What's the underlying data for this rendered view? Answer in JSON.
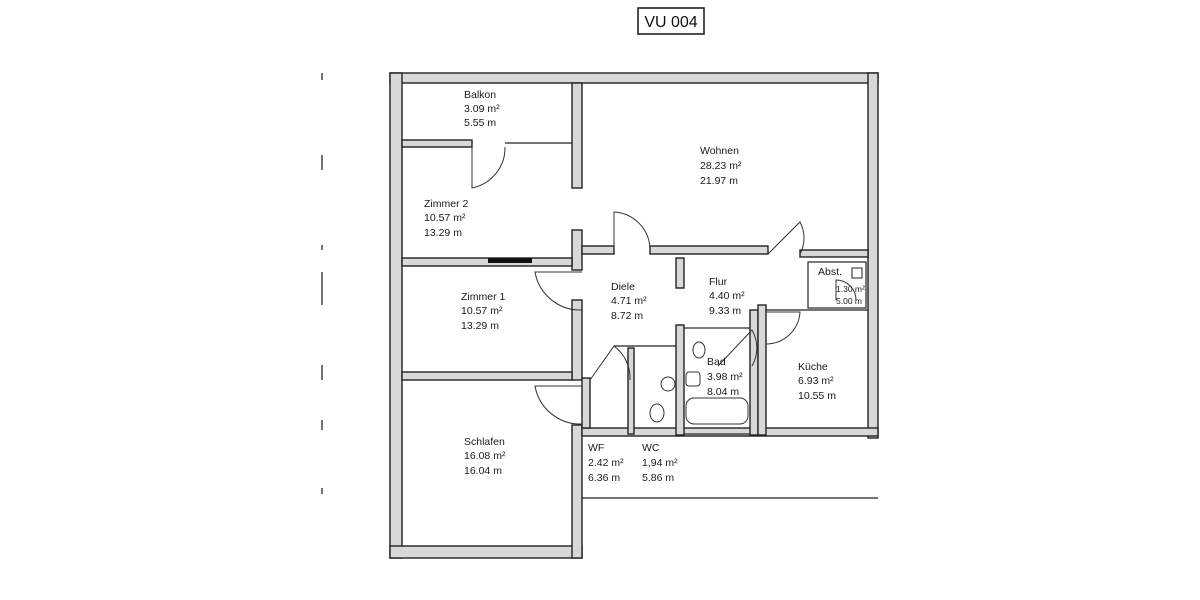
{
  "plan": {
    "code": "VU 004",
    "rooms": [
      {
        "name": "Balkon",
        "area": "3.09 m²",
        "perimeter": "5.55 m"
      },
      {
        "name": "Wohnen",
        "area": "28.23 m²",
        "perimeter": "21.97 m"
      },
      {
        "name": "Zimmer 2",
        "area": "10.57 m²",
        "perimeter": "13.29 m"
      },
      {
        "name": "Zimmer 1",
        "area": "10.57 m²",
        "perimeter": "13.29 m"
      },
      {
        "name": "Diele",
        "area": "4.71 m²",
        "perimeter": "8.72 m"
      },
      {
        "name": "Flur",
        "area": "4.40 m²",
        "perimeter": "9.33 m"
      },
      {
        "name": "Abst.",
        "area": "1.30 m²",
        "perimeter": "5.00 m"
      },
      {
        "name": "Bad",
        "area": "3.98 m²",
        "perimeter": "8.04 m"
      },
      {
        "name": "Küche",
        "area": "6.93 m²",
        "perimeter": "10.55 m"
      },
      {
        "name": "Schlafen",
        "area": "16.08 m²",
        "perimeter": "16.04 m"
      },
      {
        "name": "WF",
        "area": "2.42 m²",
        "perimeter": "6.36 m"
      },
      {
        "name": "WC",
        "area": "1,94 m²",
        "perimeter": "5.86 m"
      }
    ]
  }
}
